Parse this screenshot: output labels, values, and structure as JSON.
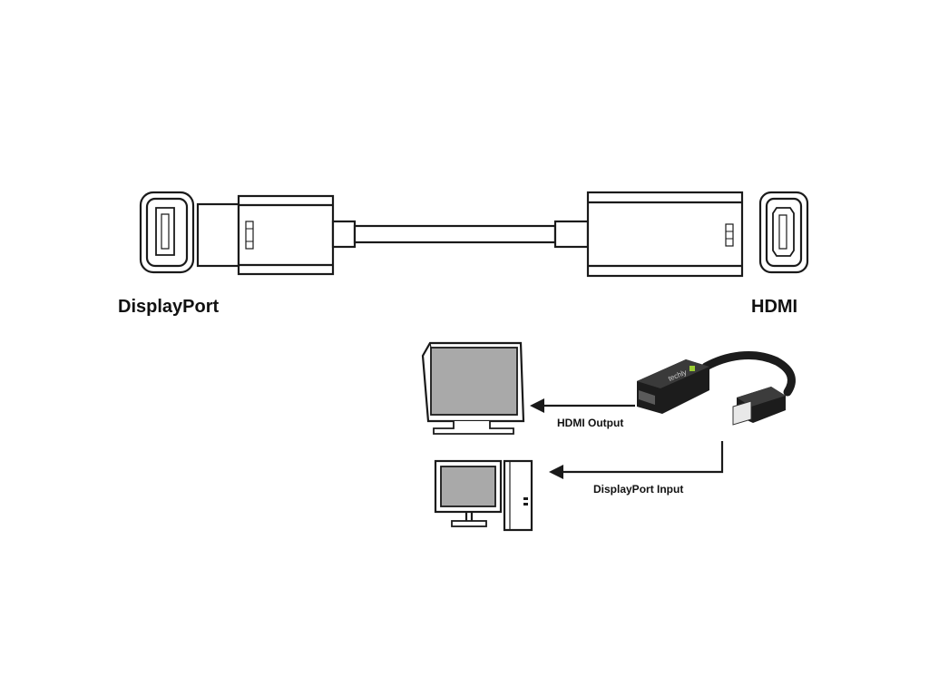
{
  "labels": {
    "displayport": "DisplayPort",
    "hdmi": "HDMI",
    "hdmi_output": "HDMI Output",
    "displayport_input": "DisplayPort Input"
  },
  "adapter_brand": "techly",
  "colors": {
    "line": "#1a1a1a",
    "screen": "#a9a9a9",
    "adapter_body": "#1c1c1c",
    "brand_accent": "#9acd32"
  },
  "icons": {
    "monitor": "tv-monitor-icon",
    "computer": "desktop-computer-icon",
    "adapter": "dp-to-hdmi-adapter-icon",
    "arrow": "arrow-left-icon"
  }
}
